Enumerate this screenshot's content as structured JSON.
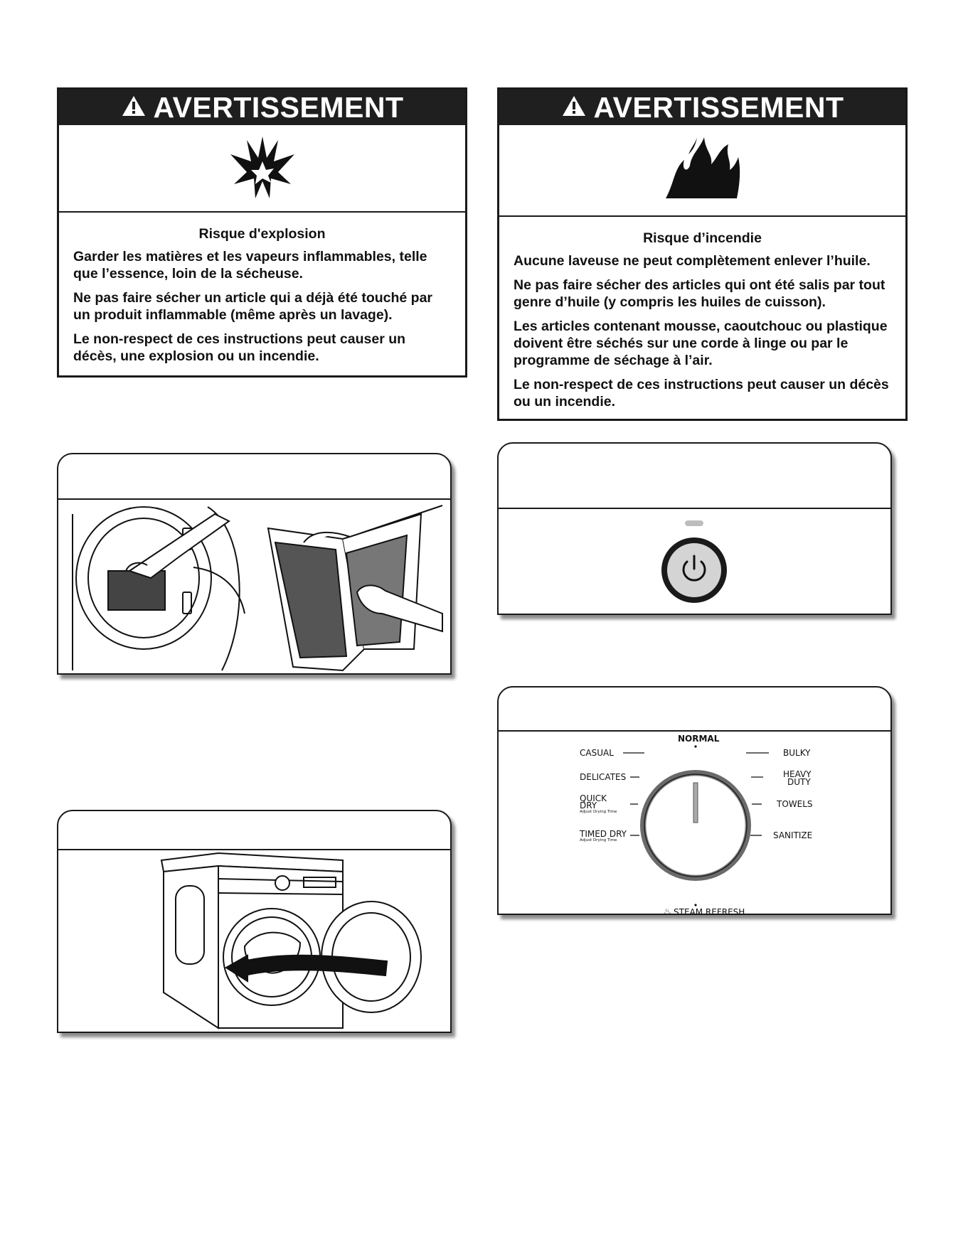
{
  "warning_left": {
    "heading": "AVERTISSEMENT",
    "icon": "explosion-icon",
    "title": "Risque d'explosion",
    "lines": [
      "Garder les matières et les vapeurs inflammables, telle que l’essence, loin de la sécheuse.",
      "Ne pas faire sécher un article qui a déjà été touché par un produit inflammable (même après un lavage).",
      "Le non-respect de ces instructions peut causer un décès, une explosion ou un incendie."
    ]
  },
  "warning_right": {
    "heading": "AVERTISSEMENT",
    "icon": "fire-icon",
    "title": "Risque d’incendie",
    "lines": [
      "Aucune laveuse ne peut complètement enlever l’huile.",
      "Ne pas faire sécher des articles qui ont été salis par tout genre d’huile (y compris les huiles de cuisson).",
      "Les articles contenant mousse, caoutchouc ou plastique doivent être séchés sur une corde à linge ou par le programme de séchage à l’air.",
      "Le non-respect de ces instructions peut causer un décès ou un incendie."
    ]
  },
  "dial": {
    "normal": "NORMAL",
    "casual": "CASUAL",
    "delicates": "DELICATES",
    "quick_dry_1": "QUICK",
    "quick_dry_2": "DRY",
    "quick_dry_sub": "Adjust Drying Time",
    "timed_dry": "TIMED DRY",
    "timed_dry_sub": "Adjust Drying Time",
    "bulky": "BULKY",
    "heavy_1": "HEAVY",
    "heavy_2": "DUTY",
    "towels": "TOWELS",
    "sanitize": "SANITIZE",
    "steam_refresh": "STEAM REFRESH"
  },
  "icons": {
    "power": "power-icon",
    "warning": "warning-triangle-icon"
  }
}
